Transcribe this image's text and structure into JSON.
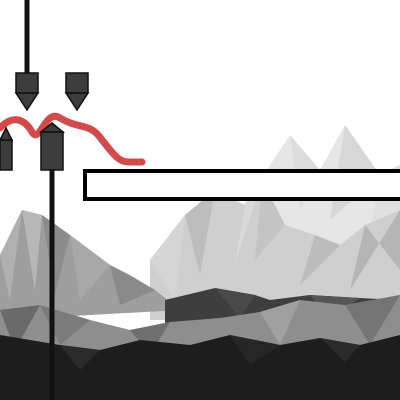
{
  "game": {
    "palette": {
      "sky": "#ffffff",
      "far_mountain": "#e3e3e3",
      "mid_mountain": "#cfcfcf",
      "near_mountain": "#9a9a9a",
      "dark_ridge": "#4a4a4a",
      "ground": "#1c1c1c",
      "pipe_body": "#3c3c3c",
      "pipe_stroke": "#111111",
      "rope": "#d24a4a",
      "platform_fill": "#ffffff",
      "platform_stroke": "#000000"
    },
    "entities": {
      "rope": "red-rope",
      "pipes": "rope-pipe",
      "platform": "floating-platform",
      "poles": "vertical-pole"
    }
  }
}
